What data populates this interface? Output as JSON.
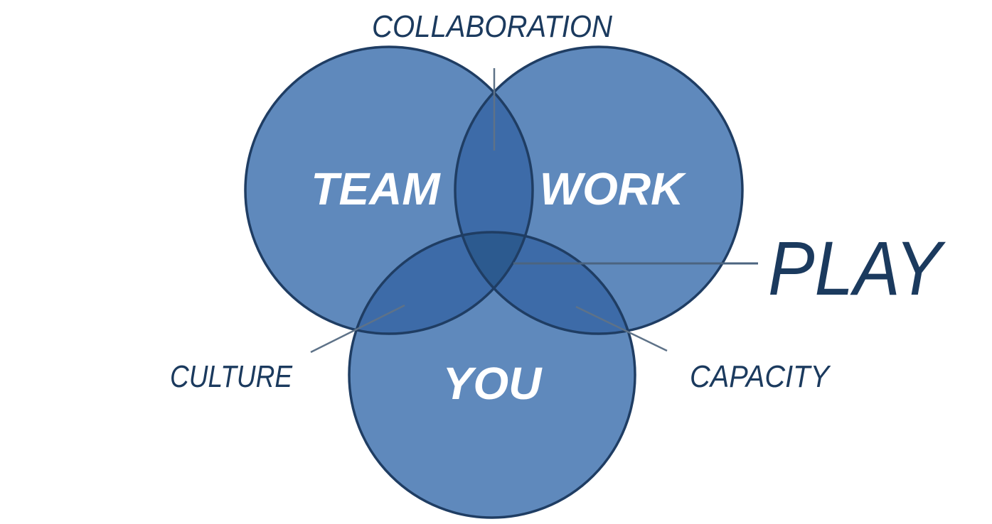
{
  "diagram": {
    "circles": {
      "team": "TEAM",
      "work": "WORK",
      "you": "YOU"
    },
    "overlaps": {
      "team_work": "COLLABORATION",
      "team_you": "CULTURE",
      "work_you": "CAPACITY",
      "all_three": "PLAY"
    },
    "colors": {
      "circle_fill": "#5f89bc",
      "overlap_fill": "#3d6ba8",
      "center_fill": "#2c5a8f",
      "circle_stroke": "#1f3d63",
      "label_text": "#1b3a5e"
    }
  }
}
